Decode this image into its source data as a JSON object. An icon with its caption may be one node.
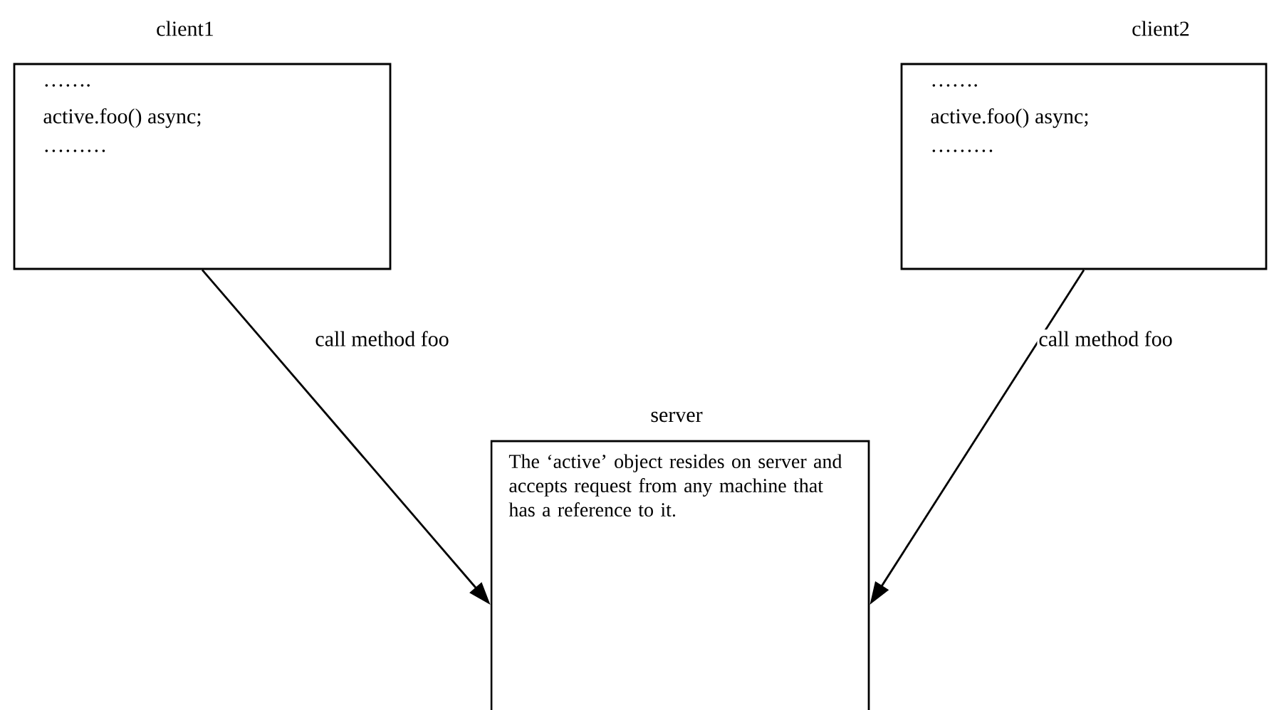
{
  "diagram": {
    "nodes": [
      {
        "text": [
          "client1",
          "…….",
          "active.foo() async;",
          "………"
        ]
      },
      {
        "text": [
          "client2",
          "…….",
          "active.foo() async;",
          "………"
        ]
      },
      {
        "text": [
          "server",
          "The ‘active’ object resides on server and accepts request from any machine that has a reference to it."
        ]
      }
    ],
    "edges": [
      {
        "from": 0,
        "to": 2,
        "arrow": "to",
        "label": "call method foo"
      },
      {
        "from": 1,
        "to": 2,
        "arrow": "to",
        "label": "call method foo"
      }
    ]
  }
}
